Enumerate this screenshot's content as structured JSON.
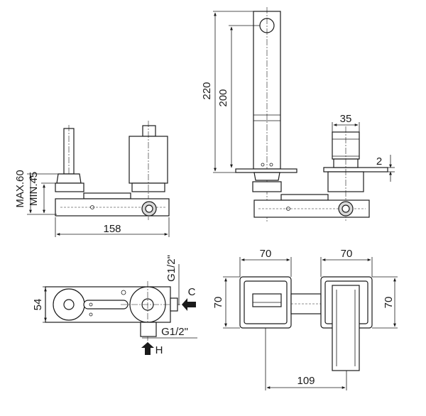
{
  "labels": {
    "d220": "220",
    "d200": "200",
    "d35": "35",
    "d2": "2",
    "max60": "MAX.60",
    "min45": "MIN.45",
    "d158": "158",
    "d54": "54",
    "g12_top": "G1/2\"",
    "g12_bottom": "G1/2\"",
    "port_c": "C",
    "port_h": "H",
    "d70_left": "70",
    "d70_right": "70",
    "d70_side_left": "70",
    "d70_side_right": "70",
    "d109": "109"
  }
}
